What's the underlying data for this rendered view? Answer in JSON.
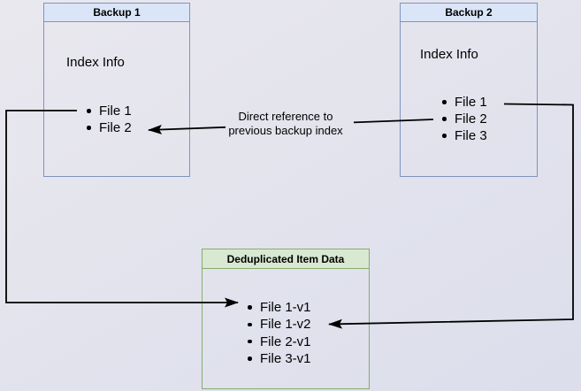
{
  "backup1": {
    "title": "Backup 1",
    "body_label": "Index Info",
    "items": [
      "File 1",
      "File 2"
    ]
  },
  "backup2": {
    "title": "Backup 2",
    "body_label": "Index Info",
    "items": [
      "File 1",
      "File 2",
      "File 3"
    ]
  },
  "dedup": {
    "title": "Deduplicated Item Data",
    "items": [
      "File 1-v1",
      "File 1-v2",
      "File 2-v1",
      "File 3-v1"
    ]
  },
  "annotation": {
    "line1": "Direct reference to",
    "line2": "previous backup index"
  },
  "colors": {
    "bg_top": "#e9e8ee",
    "bg_bottom": "#dcdeec",
    "blue_fill": "#dae6f8",
    "blue_stroke": "#8093bd",
    "green_fill": "#d8e8d1",
    "green_stroke": "#86ac70",
    "line_color": "#000000"
  }
}
